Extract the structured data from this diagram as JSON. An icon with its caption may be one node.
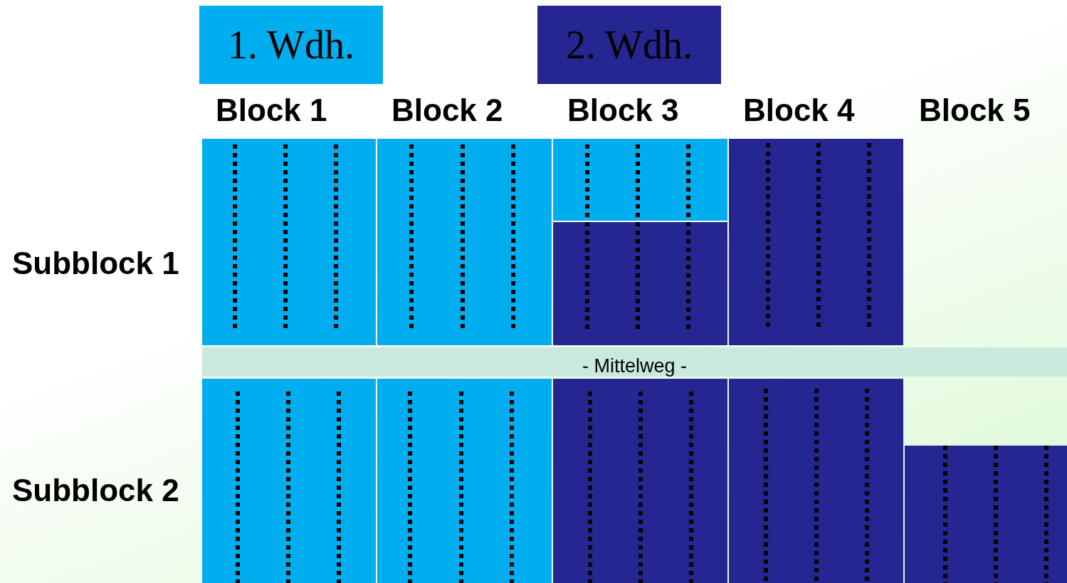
{
  "diagram": {
    "nodes": [
      {
        "text": [],
        "shape": "box"
      },
      {
        "text": [],
        "shape": "box"
      },
      {
        "text": [],
        "shape": "box"
      },
      {
        "text": [],
        "shape": "box"
      },
      {
        "text": [],
        "shape": "box"
      },
      {
        "text": [
          "- Mittelweg -"
        ]
      },
      {
        "text": [],
        "shape": "box"
      },
      {
        "text": [],
        "shape": "box"
      },
      {
        "text": [],
        "shape": "box"
      },
      {
        "text": [],
        "shape": "box"
      },
      {
        "text": [],
        "shape": "box"
      }
    ],
    "labels": [
      "Block 1",
      "Block 2",
      "Block 3",
      "Block 4",
      "Block 5",
      "Subblock 1",
      "Subblock 2"
    ],
    "legend": [
      {
        "text": "1. Wdh.",
        "color": "#00aeef"
      },
      {
        "text": "2. Wdh.",
        "color": "#262692"
      }
    ]
  }
}
